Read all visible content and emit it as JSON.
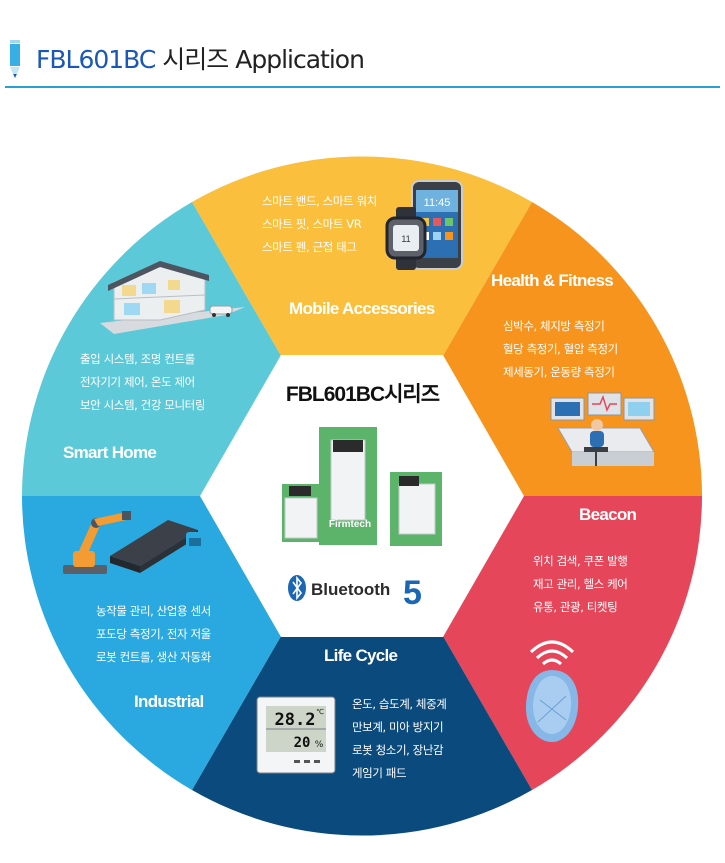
{
  "header": {
    "title_brand": "FBL601BC",
    "title_rest": " 시리즈 Application"
  },
  "center": {
    "title": "FBL601BC시리즈",
    "module_brand": "Firmtech",
    "logo_text": "Bluetooth",
    "logo_version": "5"
  },
  "segments": [
    {
      "title": "Mobile Accessories",
      "color": "#fbbf3e",
      "lines": [
        "스마트 밴드, 스마트 워치",
        "스마트 핏, 스마트 VR",
        "스마트 펜, 근접 태그"
      ]
    },
    {
      "title": "Health & Fitness",
      "color": "#f7941d",
      "lines": [
        "심박수, 체지방 측정기",
        "혈당 측정기, 혈압 측정기",
        "제세동기, 운동량 측정기"
      ]
    },
    {
      "title": "Beacon",
      "color": "#e5465a",
      "lines": [
        "위치 검색, 쿠폰 발행",
        "재고 관리, 헬스 케어",
        "유통, 관광, 티켓팅"
      ]
    },
    {
      "title": "Life Cycle",
      "color": "#0b4a7d",
      "lines": [
        "온도, 습도계, 체중계",
        "만보계, 미아 방지기",
        "로봇 청소기, 장난감",
        "게임기 패드"
      ]
    },
    {
      "title": "Industrial",
      "color": "#29a9df",
      "lines": [
        "농작물 관리, 산업용 센서",
        "포도당 측정기, 전자 저울",
        "로봇 컨트롤, 생산 자동화"
      ]
    },
    {
      "title": "Smart Home",
      "color": "#5bc9d8",
      "lines": [
        "출입 시스템, 조명 컨트롤",
        "전자기기 제어, 온도 제어",
        "보안 시스템, 건강 모니터링"
      ]
    }
  ],
  "thermometer": {
    "temp": "28.2",
    "unit": "℃",
    "humidity": "20",
    "hum_unit": "%"
  },
  "phone": {
    "clock": "11:45"
  }
}
